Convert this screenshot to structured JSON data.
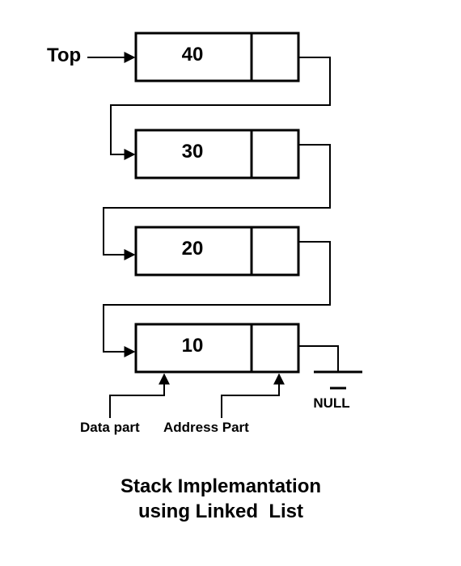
{
  "top_pointer": {
    "label": "Top"
  },
  "nodes": [
    {
      "value": "40"
    },
    {
      "value": "30"
    },
    {
      "value": "20"
    },
    {
      "value": "10"
    }
  ],
  "null_label": "NULL",
  "annotations": {
    "data_part": "Data part",
    "address_part": "Address Part"
  },
  "caption": {
    "line1": "Stack Implemantation",
    "line2": "using Linked  List"
  }
}
